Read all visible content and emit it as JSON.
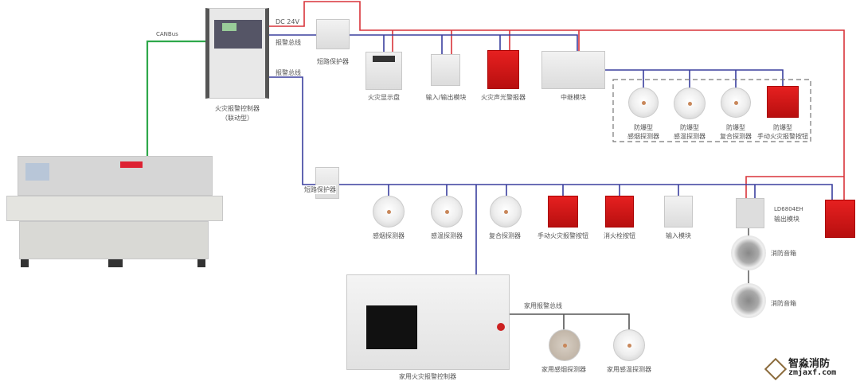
{
  "colors": {
    "power": "#d9343a",
    "bus": "#3a3f9e",
    "canbus": "#2ea84a",
    "brand": "#c0392b"
  },
  "labels": {
    "canbus": "CANBus",
    "dc24v": "DC 24V",
    "alarm_bus_1": "报警总线",
    "alarm_bus_2": "报警总线",
    "controller": "火灾报警控制器",
    "controller_type": "（联动型）",
    "short_protector_1": "短路保护器",
    "short_protector_2": "短路保护器",
    "fire_display": "火灾显示盘",
    "io_module": "输入/输出模块",
    "sound_light_alarm": "火灾声光警报器",
    "relay_module": "中继模块",
    "ex_prefix": "防爆型",
    "ex_smoke": "感烟探测器",
    "ex_heat": "感温探测器",
    "ex_combo": "复合探测器",
    "ex_manual": "手动火灾报警按钮",
    "smoke": "感烟探测器",
    "heat": "感温探测器",
    "combo": "复合探测器",
    "manual": "手动火灾报警按钮",
    "hydrant": "消火栓按钮",
    "input_module": "输入模块",
    "output_model": "LD6804EH",
    "output_module": "输出模块",
    "speaker_1": "消防音箱",
    "speaker_2": "消防音箱",
    "home_bus": "家用报警总线",
    "home_smoke": "家用感烟探测器",
    "home_heat": "家用感温探测器",
    "home_controller": "家用火灾报警控制器"
  },
  "logo": {
    "name": "智淼消防",
    "url": "zmjaxf.com"
  }
}
